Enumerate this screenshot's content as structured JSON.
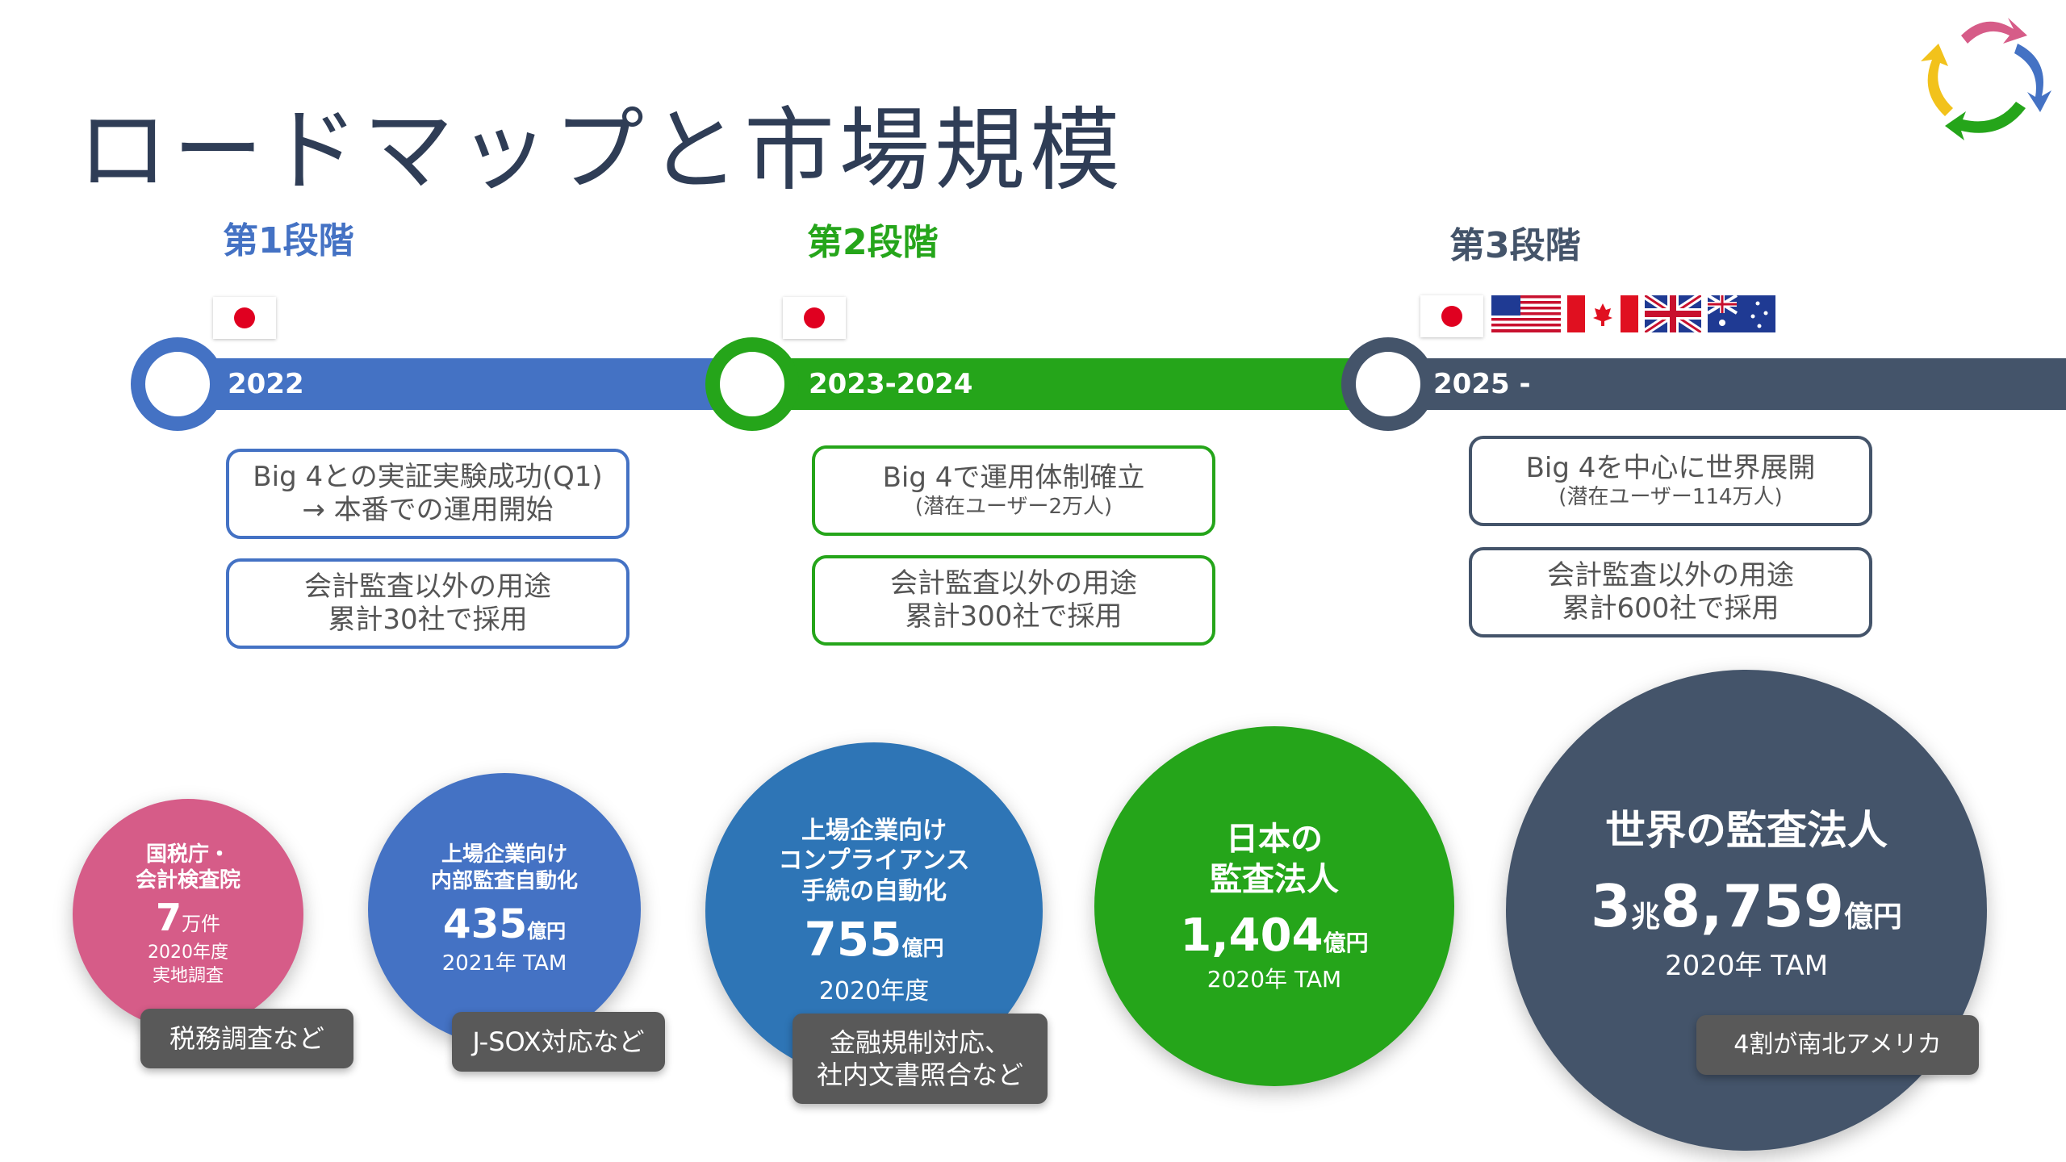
{
  "title": "ロードマップと市場規模",
  "stages": [
    {
      "label": "第1段階",
      "color": "#4472c4"
    },
    {
      "label": "第2段階",
      "color": "#25a51a"
    },
    {
      "label": "第3段階",
      "color": "#44546a"
    }
  ],
  "timeline": {
    "phase1_year": "2022",
    "phase2_year": "2023-2024",
    "phase3_year": "2025 -"
  },
  "flags": {
    "phase1": [
      "japan-flag"
    ],
    "phase2": [
      "japan-flag"
    ],
    "phase3": [
      "japan-flag",
      "usa-flag",
      "canada-flag",
      "uk-flag",
      "australia-flag"
    ]
  },
  "boxes": {
    "p1_top_line1": "Big 4との実証実験成功(Q1)",
    "p1_top_line2": "→ 本番での運用開始",
    "p1_bottom_line1": "会計監査以外の用途",
    "p1_bottom_line2": "累計30社で採用",
    "p2_top_line1": "Big 4で運用体制確立",
    "p2_top_line2": "(潜在ユーザー2万人)",
    "p2_bottom_line1": "会計監査以外の用途",
    "p2_bottom_line2": "累計300社で採用",
    "p3_top_line1": "Big 4を中心に世界展開",
    "p3_top_line2": "(潜在ユーザー114万人)",
    "p3_bottom_line1": "会計監査以外の用途",
    "p3_bottom_line2": "累計600社で採用"
  },
  "markets": {
    "c1": {
      "head1": "国税庁・",
      "head2": "会計検査院",
      "num": "7",
      "unit": "万件",
      "sub1": "2020年度",
      "sub2": "実地調査",
      "color": "#d65c88"
    },
    "c2": {
      "head1": "上場企業向け",
      "head2": "内部監査自動化",
      "num": "435",
      "unit": "億円",
      "sub1": "2021年 TAM",
      "color": "#4472c4"
    },
    "c3": {
      "head1": "上場企業向け",
      "head2": "コンプライアンス",
      "head3": "手続の自動化",
      "num": "755",
      "unit": "億円",
      "sub1": "2020年度",
      "color": "#2e75b6"
    },
    "c4": {
      "head1": "日本の",
      "head2": "監査法人",
      "num": "1,404",
      "unit": "億円",
      "sub1": "2020年 TAM",
      "color": "#25a51a"
    },
    "c5": {
      "head1": "世界の監査法人",
      "num_a": "3",
      "unit_a": "兆",
      "num_b": "8,759",
      "unit_b": "億円",
      "sub1": "2020年 TAM",
      "color": "#44546a"
    }
  },
  "tags": {
    "t1": "税務調査など",
    "t2": "J-SOX対応など",
    "t3_line1": "金融規制対応、",
    "t3_line2": "社内文書照合など",
    "t4": "4割が南北アメリカ"
  }
}
